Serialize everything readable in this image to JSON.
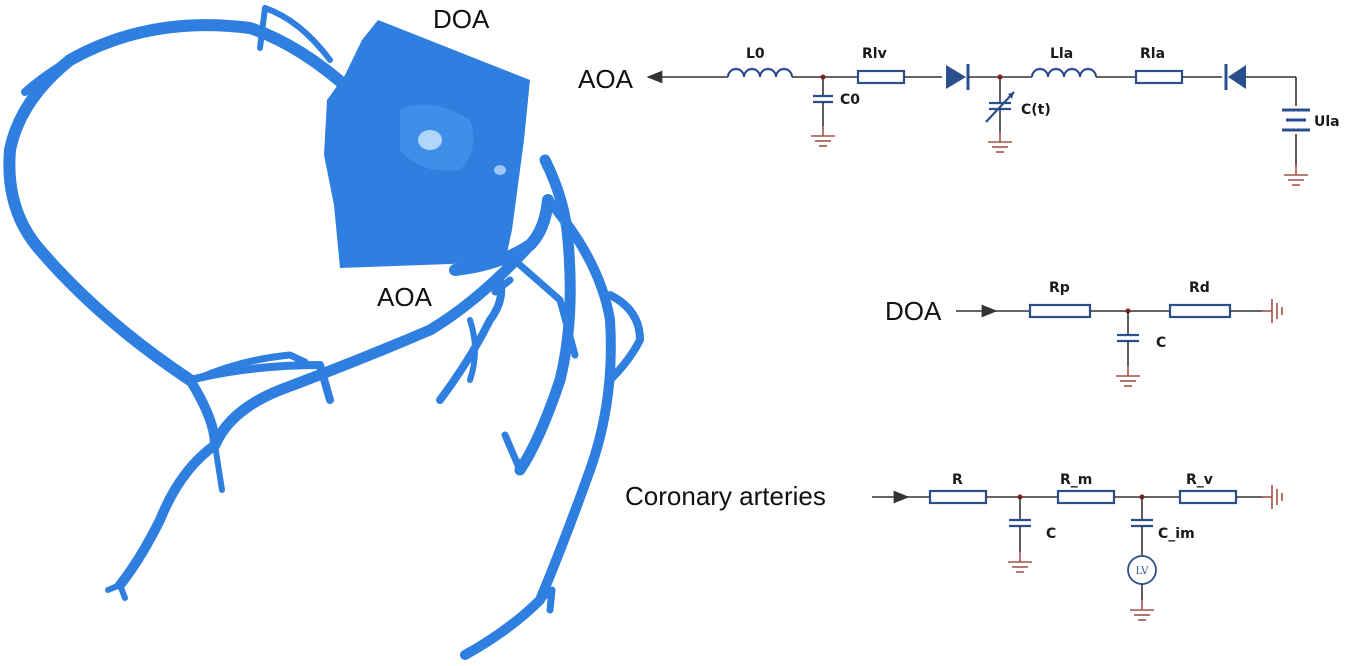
{
  "anatomy": {
    "labels": {
      "doa": "DOA",
      "aoa": "AOA"
    }
  },
  "circuits": {
    "aoa": {
      "input_label": "AOA",
      "components": {
        "L0": "L0",
        "C0": "C0",
        "Rlv": "Rlv",
        "Ct": "C(t)",
        "Lla": "Lla",
        "Rla": "Rla",
        "Ula": "Ula"
      }
    },
    "doa": {
      "input_label": "DOA",
      "components": {
        "Rp": "Rp",
        "C": "C",
        "Rd": "Rd"
      }
    },
    "coronary": {
      "input_label": "Coronary arteries",
      "components": {
        "R": "R",
        "C": "C",
        "Rm": "R_m",
        "Cim": "C_im",
        "Rv": "R_v",
        "LV": "LV"
      }
    }
  },
  "colors": {
    "vessel": "#2f7fe0",
    "component_outline": "#2a4f8c",
    "ground": "#a0524a",
    "wire": "#333333"
  }
}
